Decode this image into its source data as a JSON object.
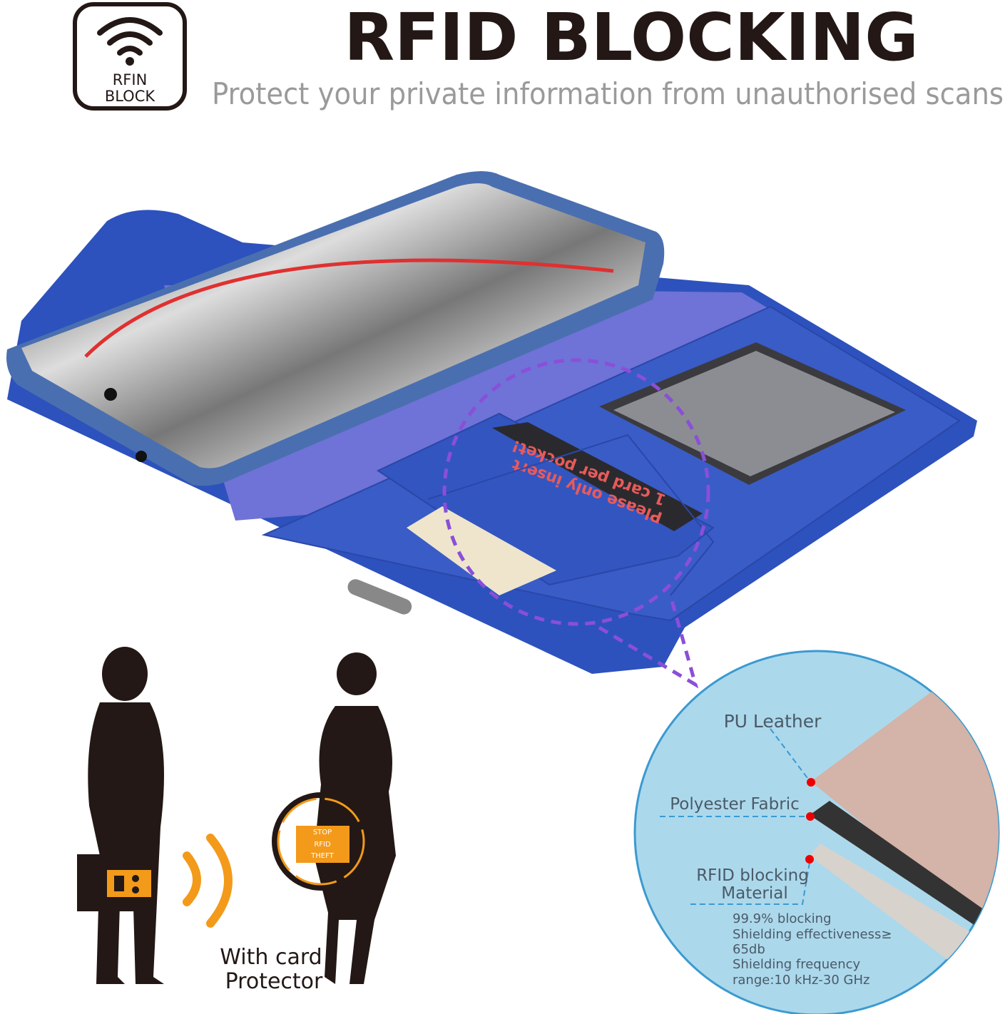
{
  "header": {
    "badge_line1": "RFIN",
    "badge_line2": "BLOCK",
    "title": "RFID BLOCKING",
    "subtitle": "Protect your private information from unauthorised scans"
  },
  "wallet": {
    "card_text_line1": "Please only insert",
    "card_text_line2": "1 card per pocket!"
  },
  "protector": {
    "badge_top": "STOP",
    "badge_mid": "RFID",
    "badge_bottom": "THEFT",
    "caption_line1": "With card",
    "caption_line2": "Protector"
  },
  "layers": {
    "pu_leather": "PU Leather",
    "polyester": "Polyester Fabric",
    "rfid_line1": "RFID blocking",
    "rfid_line2": "Material",
    "spec1": "99.9% blocking",
    "spec2": "Shielding effectiveness≥",
    "spec3": "65db",
    "spec4": "Shielding frequency",
    "spec5": "range:10 kHz-30 GHz"
  },
  "colors": {
    "wallet_blue": "#2f55c0",
    "accent_orange": "#f39a1a",
    "circle_bg": "#acd8ec",
    "dash_purple": "#8a4fd8"
  }
}
